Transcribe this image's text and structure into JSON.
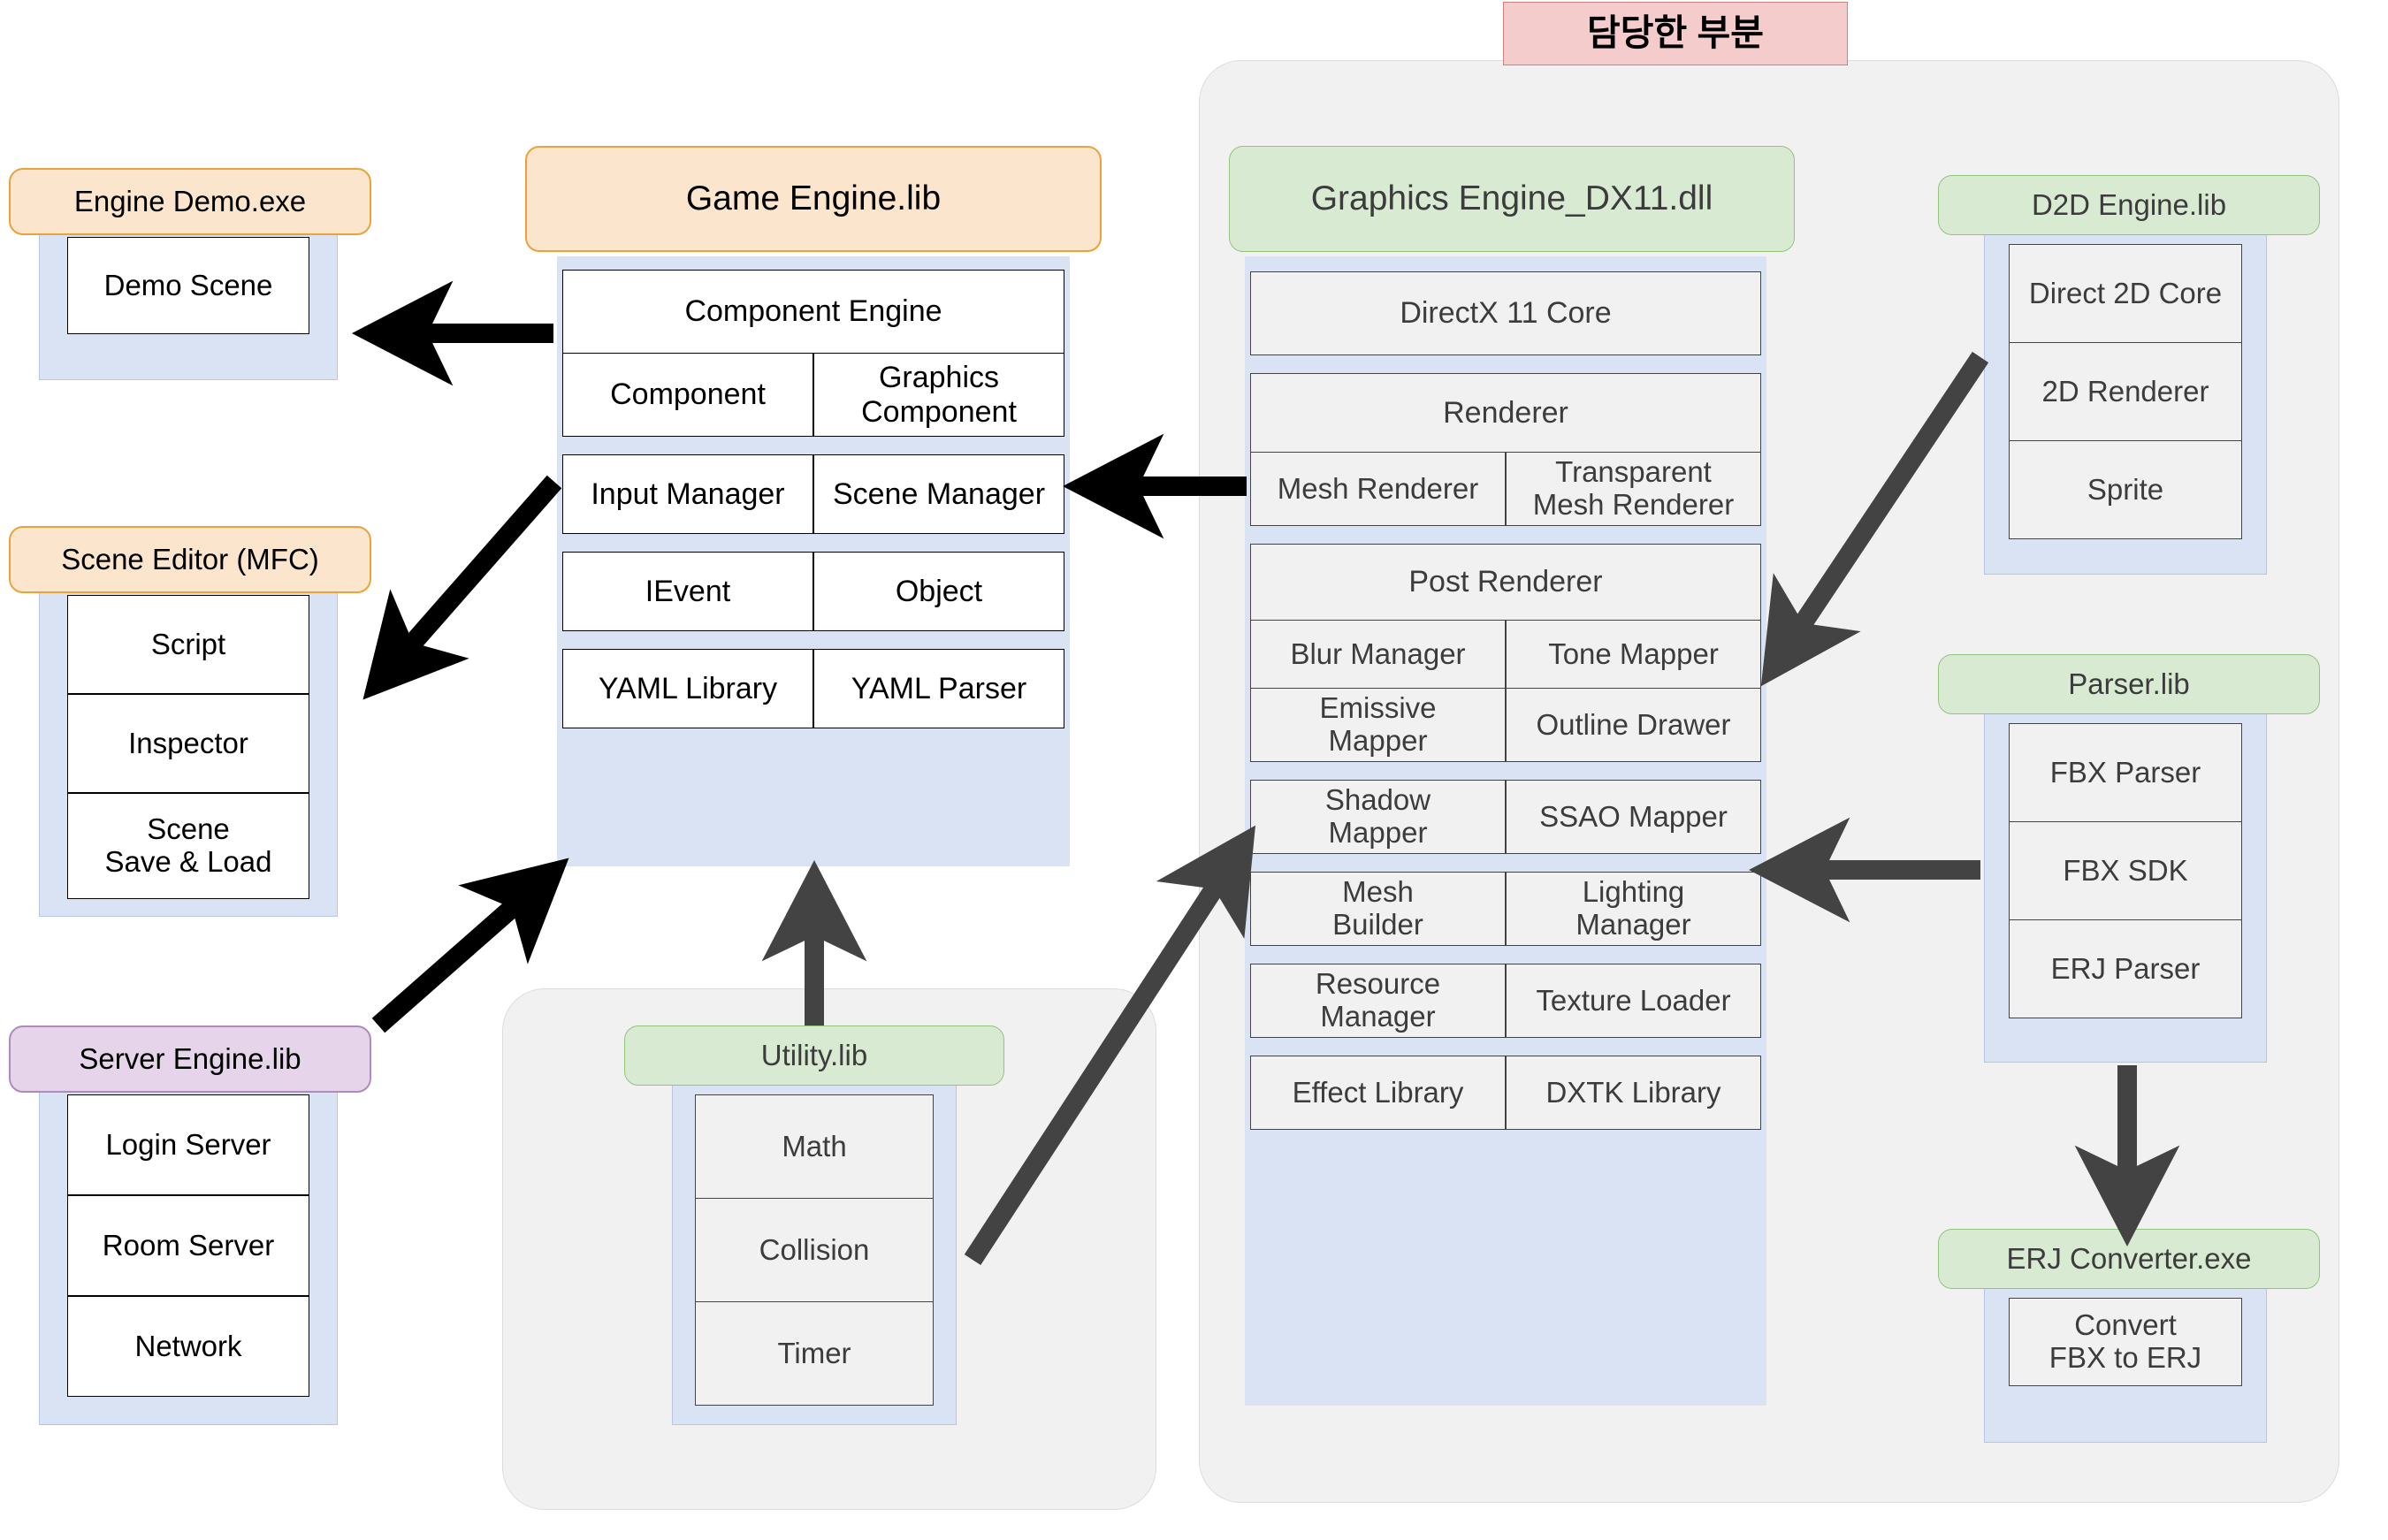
{
  "banner": {
    "text": "담당한 부분",
    "bg": "#f4cccc"
  },
  "colors": {
    "chip_orange": "#fce5cd",
    "chip_purple": "#e5d4ea",
    "chip_green": "#d9ead3",
    "well_blue": "#dae3f3",
    "group_grey": "#f1f1f1",
    "cell_white": "#ffffff",
    "cell_grey": "#f1f1f1",
    "arrow_black": "#000000",
    "arrow_dark": "#434343"
  },
  "modules": {
    "engine_demo": {
      "title": "Engine Demo.exe",
      "items": [
        "Demo Scene"
      ]
    },
    "scene_editor": {
      "title": "Scene Editor (MFC)",
      "items": [
        "Script",
        "Inspector",
        "Scene\nSave & Load"
      ]
    },
    "server_engine": {
      "title": "Server Engine.lib",
      "items": [
        "Login Server",
        "Room Server",
        "Network"
      ]
    },
    "game_engine": {
      "title": "Game Engine.lib",
      "rows": [
        {
          "cells": [
            "Component Engine"
          ]
        },
        {
          "cells": [
            "Component",
            "Graphics\nComponent"
          ]
        },
        {
          "cells": [
            "Input Manager",
            "Scene Manager"
          ]
        },
        {
          "cells": [
            "IEvent",
            "Object"
          ]
        },
        {
          "cells": [
            "YAML Library",
            "YAML Parser"
          ]
        }
      ]
    },
    "utility": {
      "title": "Utility.lib",
      "items": [
        "Math",
        "Collision",
        "Timer"
      ]
    },
    "graphics_engine": {
      "title": "Graphics Engine_DX11.dll",
      "rows": [
        {
          "cells": [
            "DirectX 11 Core"
          ]
        },
        {
          "cells": [
            "Renderer"
          ]
        },
        {
          "cells": [
            "Mesh Renderer",
            "Transparent\nMesh Renderer"
          ]
        },
        {
          "cells": [
            "Post Renderer"
          ]
        },
        {
          "cells": [
            "Blur Manager",
            "Tone Mapper"
          ]
        },
        {
          "cells": [
            "Emissive\nMapper",
            "Outline Drawer"
          ]
        },
        {
          "cells": [
            "Shadow\nMapper",
            "SSAO Mapper"
          ]
        },
        {
          "cells": [
            "Mesh\nBuilder",
            "Lighting\nManager"
          ]
        },
        {
          "cells": [
            "Resource\nManager",
            "Texture Loader"
          ]
        },
        {
          "cells": [
            "Effect Library",
            "DXTK Library"
          ]
        }
      ]
    },
    "d2d_engine": {
      "title": "D2D Engine.lib",
      "items": [
        "Direct 2D Core",
        "2D Renderer",
        "Sprite"
      ]
    },
    "parser": {
      "title": "Parser.lib",
      "items": [
        "FBX Parser",
        "FBX SDK",
        "ERJ Parser"
      ]
    },
    "erj_converter": {
      "title": "ERJ Converter.exe",
      "items": [
        "Convert\nFBX to ERJ"
      ]
    }
  },
  "connections": [
    {
      "name": "component-engine-to-demo-scene",
      "from": "Component Engine",
      "to": "Demo Scene",
      "style": "black"
    },
    {
      "name": "game-engine-to-scene-editor",
      "from": "Game Engine.lib",
      "to": "Scene Editor (MFC)",
      "style": "black"
    },
    {
      "name": "server-engine-to-game-engine",
      "from": "Server Engine.lib",
      "to": "Game Engine.lib",
      "style": "black"
    },
    {
      "name": "utility-to-game-engine",
      "from": "Utility.lib",
      "to": "Game Engine.lib",
      "style": "dark"
    },
    {
      "name": "graphics-engine-to-game-engine",
      "from": "Graphics Engine_DX11.dll",
      "to": "Game Engine.lib",
      "style": "black"
    },
    {
      "name": "utility-to-graphics-engine",
      "from": "Utility.lib",
      "to": "Graphics Engine_DX11.dll",
      "style": "dark"
    },
    {
      "name": "d2d-engine-to-post-renderer",
      "from": "D2D Engine.lib",
      "to": "Post Renderer",
      "style": "dark"
    },
    {
      "name": "parser-to-outline-drawer",
      "from": "Parser.lib",
      "to": "Outline Drawer",
      "style": "dark"
    },
    {
      "name": "parser-to-erj-converter",
      "from": "Parser.lib",
      "to": "ERJ Converter.exe",
      "style": "dark"
    }
  ]
}
